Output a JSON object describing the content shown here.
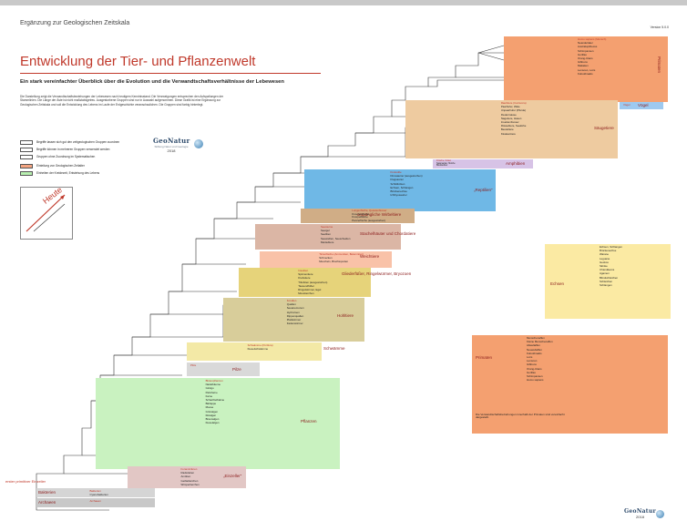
{
  "header": {
    "topline": "Ergänzung zur Geologischen Zeitskala",
    "version": "Version 5.0.0",
    "title": "Entwicklung der Tier- und Pflanzenwelt",
    "subtitle": "Ein stark vereinfachter Überblick über die Evolution und die Verwandtschaftsverhältnisse der Lebewesen",
    "intro": "Die Darstellung zeigt die Verwandtschaftsbeziehungen der Lebewesen nach heutigem Kenntnisstand. Die Verzweigungen entsprechen den Aufspaltungen der Stammlinien. Die Länge der Äste ist nicht maßstabsgetreu. Ausgestorbene Gruppen sind nur in Auswahl aufgenommen. Diese Grafik ist eine Ergänzung zur Geologischen Zeitskala und soll die Entwicklung des Lebens im Laufe der Erdgeschichte veranschaulichen. Die Gruppen sind farbig hinterlegt."
  },
  "legend": [
    {
      "label": "Begriffe lassen sich gut den zeitgeologischen Gruppen zuordnen",
      "color": "#ffffff"
    },
    {
      "label": "Begriffe können in mehreren Gruppen verwendet werden",
      "color": "#ffffff"
    },
    {
      "label": "Gruppen ohne Zuordnung im Systematischen",
      "color": "#ffffff"
    },
    {
      "label": "Einteilung von Geologischen Zeitalter",
      "color": "#f4a582"
    },
    {
      "label": "Einheiten der Kreidezeit, Entstehung des Lebens",
      "color": "#b8f0b0"
    }
  ],
  "logo": {
    "brand": "GeoNatur",
    "sub": "Stiftung Natur und Geologie",
    "year": "2018"
  },
  "heute_label": "Heute",
  "urform_label": "erster primitiver Einzeller",
  "blocks": [
    {
      "id": "primates",
      "label": "Primaten",
      "color": "#f4a070",
      "items": [
        "Homo sapiens (Mensch)",
        "Neandertaler",
        "Australopithecus",
        "Schimpansen",
        "Gorillas",
        "Orang-Utans",
        "Gibbons",
        "Makaken",
        "Lemuren, Loris",
        "Koboldmakis"
      ]
    },
    {
      "id": "saeuger",
      "label": "Säugetiere",
      "color": "#eecba0",
      "items": [
        "Raubtiere (Carnivora)",
        "Paarhufer, Wale",
        "Unpaarhufer (Pferde)",
        "Fledermäuse",
        "Nagetiere, Hasen",
        "Insektenfresser",
        "Rüsseltiere, Seekühe",
        "Beuteltiere",
        "Kloakentiere"
      ]
    },
    {
      "id": "voegel",
      "label": "Vögel",
      "color": "#9ec9ef",
      "items": [
        "Vögel"
      ]
    },
    {
      "id": "dinos",
      "label": "„Reptilien“",
      "color": "#6fb8e6",
      "items": [
        "Krokodile",
        "Dinosaurier (ausgestorben)",
        "Flugsaurier",
        "Schildkröten",
        "Echsen, Schlangen",
        "Brückenechse",
        "Ichthyosaurier"
      ]
    },
    {
      "id": "amphibien",
      "label": "Amphibien",
      "color": "#d7c3e6",
      "items": [
        "Frösche, Kröten",
        "Salamander, Molche",
        "Blindwühlen"
      ]
    },
    {
      "id": "fische",
      "label": "urspüngliche Wirbeltiere",
      "color": "#d0ad86",
      "items": [
        "Lungenfische, Quastenflosser",
        "Knochenfische",
        "Knorpelfische",
        "Panzerfische (ausgestorben)"
      ]
    },
    {
      "id": "stachel",
      "label": "Stachelhäuter und Chordatiere",
      "color": "#dbb6a5",
      "items": [
        "Seesterne",
        "Seeigel",
        "Seelilien",
        "Seewalzen, Seescheiden",
        "Manteltiere"
      ]
    },
    {
      "id": "weichtiere",
      "label": "Weichtiere",
      "color": "#f9c2a8",
      "items": [
        "Tintenfische (Ammoniten, Belemniten)",
        "Schnecken",
        "Muscheln, Brachiopoden"
      ]
    },
    {
      "id": "gliederfuesser",
      "label": "Gliederfüßer, Ringelwürmer, Bryozoen",
      "color": "#e6d37a",
      "items": [
        "Insekten",
        "Spinnentiere",
        "Krebstiere",
        "Trilobiten (ausgestorben)",
        "Tausendfüßer",
        "Ringelwürmer, Egel",
        "Moostierchen"
      ]
    },
    {
      "id": "anderetiere",
      "label": "Hohltiere",
      "color": "#d8cd9a",
      "items": [
        "Korallen",
        "Quallen",
        "Seeanemonen",
        "Hydrozoen",
        "Rippenquallen",
        "Plattwürmer",
        "Fadenwürmer"
      ]
    },
    {
      "id": "schwaemme",
      "label": "Schwämme",
      "color": "#f3e9a6",
      "items": [
        "Schwämme (Porifera)",
        "Kieselschwämme"
      ]
    },
    {
      "id": "pilze",
      "label": "Pilze",
      "color": "#d9d9d9",
      "items": [
        "Pilze"
      ]
    },
    {
      "id": "pflanzen",
      "label": "Pflanzen",
      "color": "#c9f2c0",
      "items": [
        "Blütenpflanzen",
        "Nadelbäume",
        "Ginkgo",
        "Palmfarne",
        "Farne",
        "Schachtelhalme",
        "Bärlappe",
        "Moose",
        "Grünalgen",
        "Rotalgen",
        "Braunalgen",
        "Kieselalgen"
      ]
    },
    {
      "id": "einzeller",
      "label": "„Einzeller“",
      "color": "#e2c7c5",
      "items": [
        "Foraminiferen",
        "Radiolarien",
        "Amöben",
        "Geißeltierchen",
        "Wimpertierchen"
      ]
    },
    {
      "id": "bakterien",
      "label": "Bakterien",
      "color": "#d5d5d5",
      "items": [
        "Bakterien",
        "Cyanobakterien"
      ]
    },
    {
      "id": "archaeen",
      "label": "Archaeen",
      "color": "#c8c8c8",
      "items": [
        "Archaeen"
      ]
    }
  ],
  "side_boxes": [
    {
      "id": "brueckenechsen",
      "label": "Echsen",
      "color": "#fbeaa3",
      "items": [
        "Echsen, Schlangen",
        "Brückenechse",
        "Warane",
        "Leguane",
        "Geckos",
        "Skinke",
        "Chamäleons",
        "Agamen",
        "Blindschleichen",
        "Schleichen",
        "Schlangen"
      ]
    },
    {
      "id": "primaten2",
      "label": "Primaten",
      "color": "#f4a070",
      "items": [
        "Menschenaffen",
        "Kleine Menschenaffen",
        "Altweltaffen",
        "Neuweltaffen",
        "Koboldmakis",
        "Loris",
        "Lemuren",
        "Gibbons",
        "Orang-Utans",
        "Gorillas",
        "Schimpansen",
        "Homo sapiens"
      ],
      "note": "Die Verwandtschaftsbeziehungen innerhalb der Primaten sind vereinfacht dargestellt."
    }
  ],
  "bottom_logo": {
    "brand": "GeoNatur",
    "year": "2018"
  }
}
